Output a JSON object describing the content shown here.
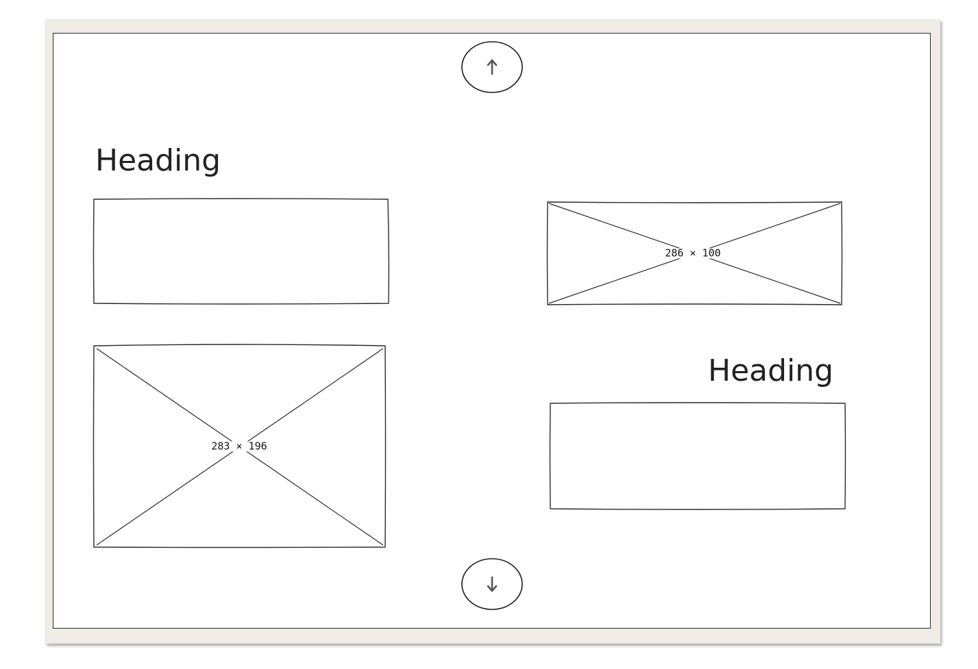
{
  "scroll_up": {
    "icon": "arrow-up-icon"
  },
  "scroll_down": {
    "icon": "arrow-down-icon"
  },
  "left_section": {
    "heading": "Heading",
    "image_placeholder": {
      "label": "283 × 196"
    }
  },
  "right_section": {
    "heading": "Heading",
    "image_placeholder": {
      "label": "286 × 100"
    }
  },
  "colors": {
    "frame": "#efece6",
    "canvas": "#ffffff",
    "stroke": "#2a2a2a",
    "arrow": "#555555"
  }
}
